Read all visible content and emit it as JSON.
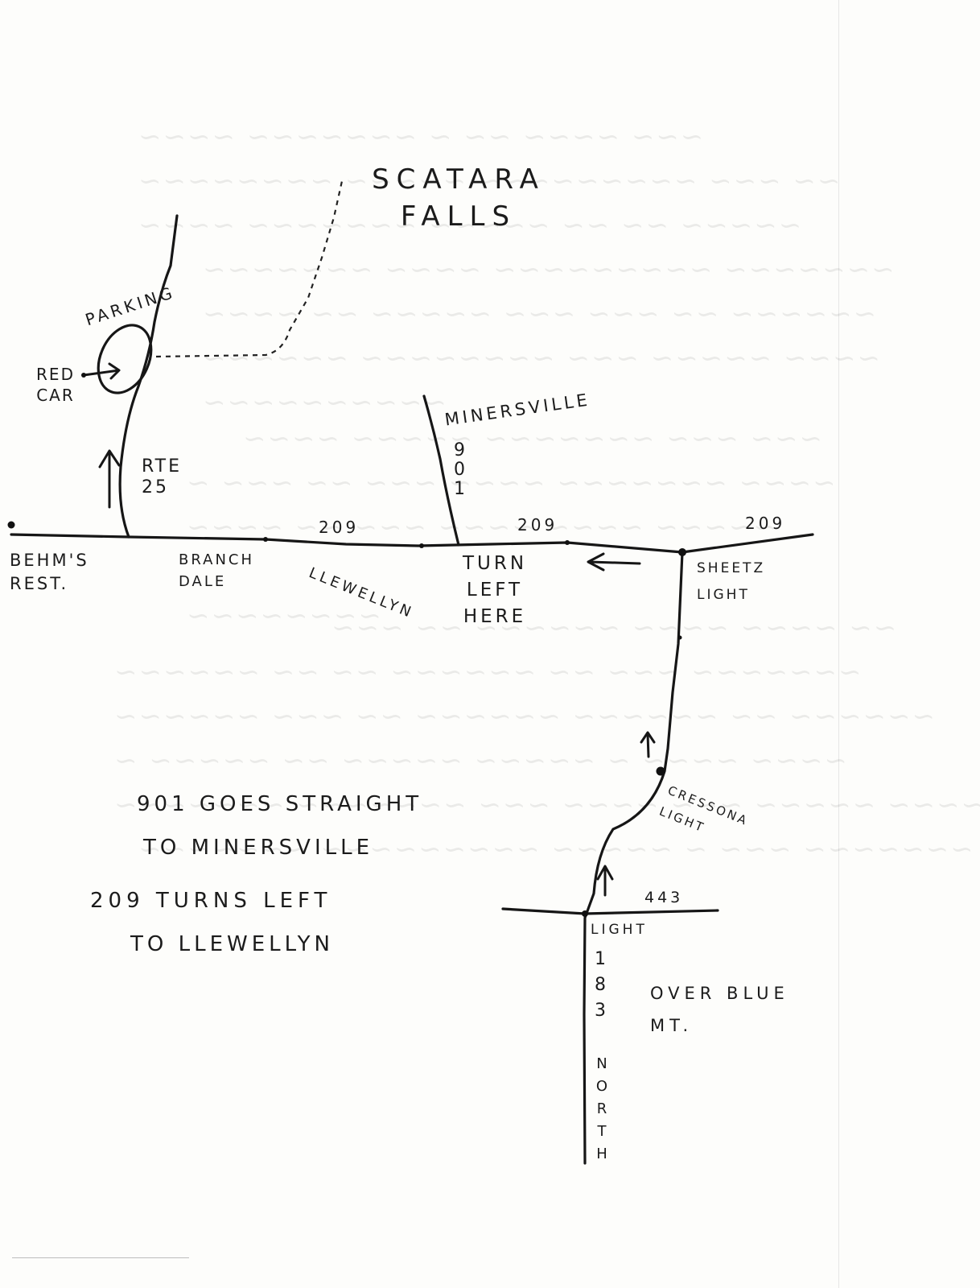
{
  "title": "SCATARA FALLS",
  "labels": {
    "parking": "PARKING",
    "red_car": "RED CAR",
    "rte_25": "RTE 25",
    "minersville": "MINERSVILLE",
    "route_901_digits": [
      "9",
      "0",
      "1"
    ],
    "route_209_a": "209",
    "route_209_b": "209",
    "route_209_c": "209",
    "behms_rest": "BEHM'S REST.",
    "branch_dale": "BRANCH DALE",
    "llewellyn": "LLEWELLYN",
    "turn_left_here": "TURN LEFT HERE",
    "sheetz_light": "SHEETZ LIGHT",
    "cressona_light": "CRESSONA LIGHT",
    "route_443": "443",
    "light": "LIGHT",
    "route_183_digits": [
      "1",
      "8",
      "3"
    ],
    "north_letters": [
      "N",
      "O",
      "R",
      "T",
      "H"
    ],
    "over_blue_mt": "OVER BLUE MT."
  },
  "notes": {
    "line1": "901 GOES STRAIGHT",
    "line2": "TO MINERSVILLE",
    "line3": "209 TURNS LEFT",
    "line4": "TO LLEWELLYN"
  }
}
